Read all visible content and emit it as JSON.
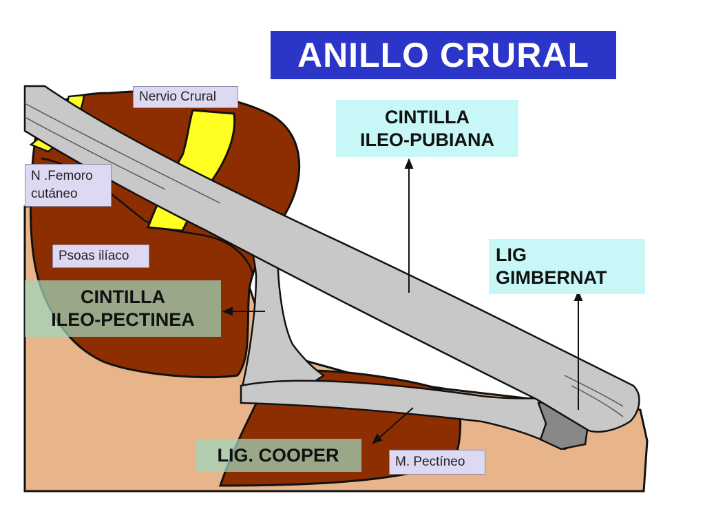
{
  "title": "ANILLO CRURAL",
  "labels": {
    "nervio_crural": "Nervio Crural",
    "n_femoro_line1": "N .Femoro",
    "n_femoro_line2": "cutáneo",
    "psoas": "Psoas ilíaco",
    "cintilla_ileo_pectinea_line1": "CINTILLA",
    "cintilla_ileo_pectinea_line2": "ILEO-PECTINEA",
    "cintilla_ileo_pubiana_line1": "CINTILLA",
    "cintilla_ileo_pubiana_line2": "ILEO-PUBIANA",
    "lig_gimbernat_line1": "LIG",
    "lig_gimbernat_line2": "GIMBERNAT",
    "lig_cooper": "LIG. COOPER",
    "m_pectineo": "M. Pectíneo"
  },
  "colors": {
    "skin": "#e8b48a",
    "muscle": "#8c2e00",
    "nerve": "#ffff22",
    "ligament": "#c8c8c8",
    "title_bg": "#2b35c8",
    "cyan_label": "#c7f7f7",
    "green_label": "#a0d7be",
    "small_label": "#ddd9f3"
  }
}
